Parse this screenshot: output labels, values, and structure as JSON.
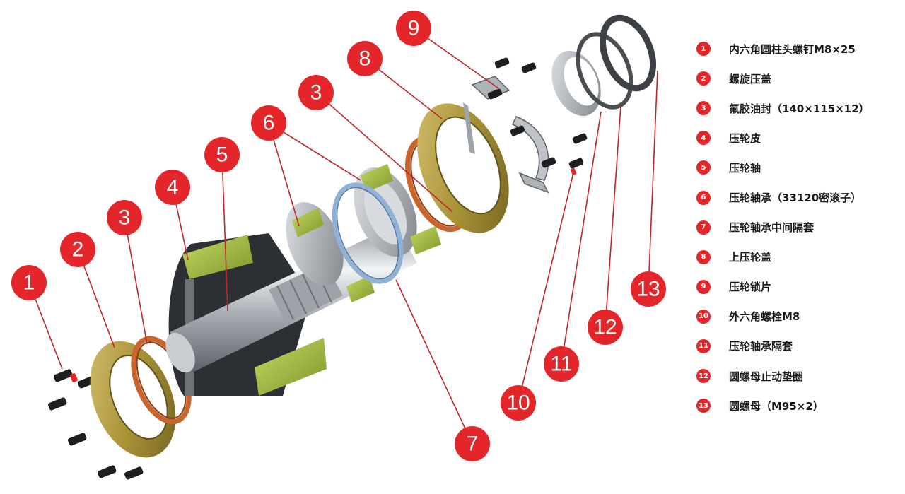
{
  "colors": {
    "callout": "#e4262b",
    "leader_line": "#c0272d",
    "rubber_green": "#a7c23a",
    "gold": "#b9a24a",
    "copper": "#c8642c",
    "steel": "#b8bcc0",
    "blue_ring": "#8fb2d6"
  },
  "callouts": [
    {
      "id": "1"
    },
    {
      "id": "2"
    },
    {
      "id": "3"
    },
    {
      "id": "3b",
      "label": "3"
    },
    {
      "id": "4"
    },
    {
      "id": "5"
    },
    {
      "id": "6"
    },
    {
      "id": "7"
    },
    {
      "id": "8"
    },
    {
      "id": "9"
    },
    {
      "id": "10"
    },
    {
      "id": "11"
    },
    {
      "id": "12"
    },
    {
      "id": "13"
    }
  ],
  "legend": [
    {
      "num": "1",
      "text": "内六角圆柱头螺钉M8×25"
    },
    {
      "num": "2",
      "text": "螺旋压盖"
    },
    {
      "num": "3",
      "text": "氟胶油封（140×115×12）"
    },
    {
      "num": "4",
      "text": "压轮皮"
    },
    {
      "num": "5",
      "text": "压轮轴"
    },
    {
      "num": "6",
      "text": "压轮轴承（33120密滚子）"
    },
    {
      "num": "7",
      "text": "压轮轴承中间隔套"
    },
    {
      "num": "8",
      "text": "上压轮盖"
    },
    {
      "num": "9",
      "text": "压轮锁片"
    },
    {
      "num": "10",
      "text": "外六角螺栓M8"
    },
    {
      "num": "11",
      "text": "压轮轴承隔套"
    },
    {
      "num": "12",
      "text": "圆螺母止动垫圈"
    },
    {
      "num": "13",
      "text": "圆螺母（M95×2）"
    }
  ]
}
